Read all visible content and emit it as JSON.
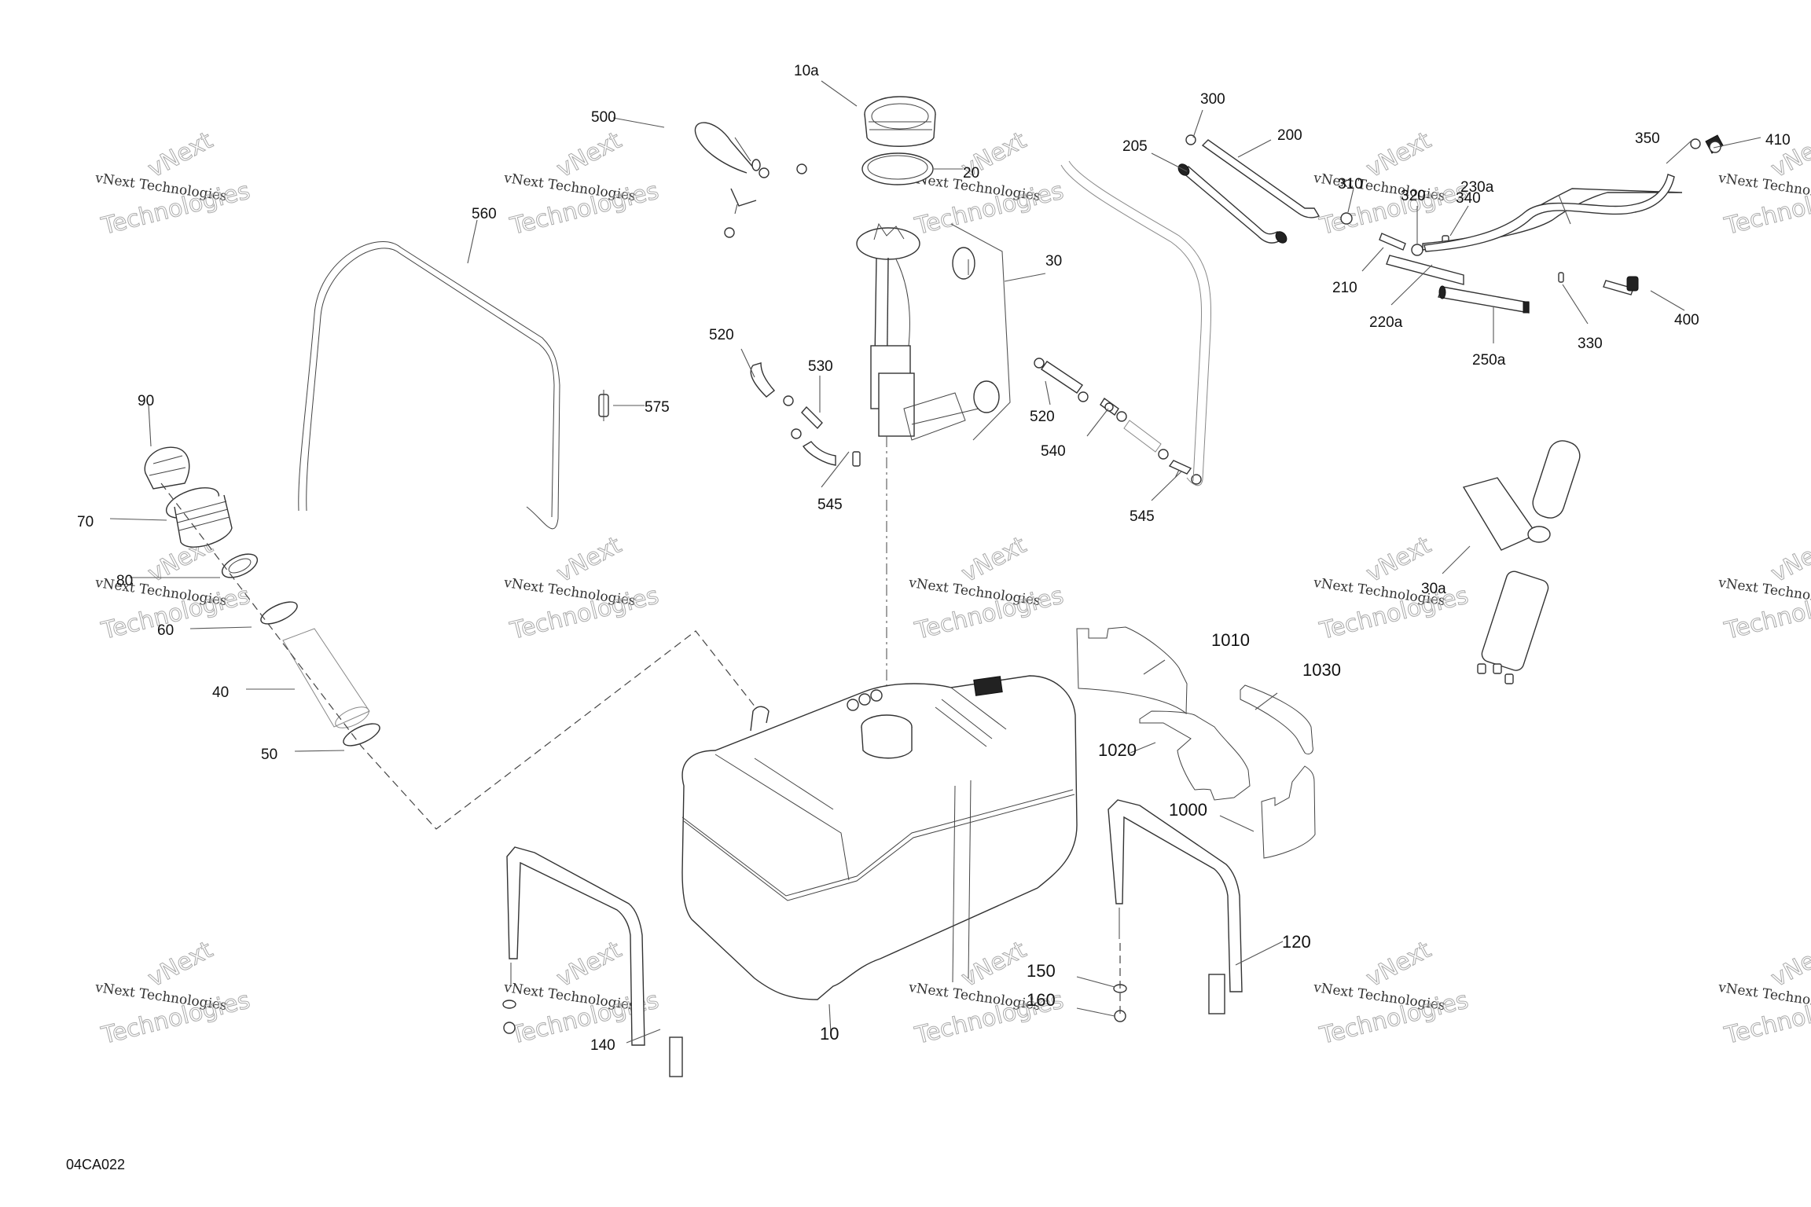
{
  "diagram": {
    "title_code": "04CA022",
    "watermark": {
      "line_small": "vNext Technologies",
      "line_big_top": "vNext",
      "line_big_bottom": "Technologies"
    },
    "callouts": {
      "c10a": "10a",
      "c20": "20",
      "c30": "30",
      "c500": "500",
      "c560": "560",
      "c575": "575",
      "c90": "90",
      "c70": "70",
      "c80": "80",
      "c60": "60",
      "c40": "40",
      "c50": "50",
      "c520a": "520",
      "c530": "530",
      "c545a": "545",
      "c520b": "520",
      "c540": "540",
      "c545b": "545",
      "c300": "300",
      "c205": "205",
      "c200": "200",
      "c310": "310",
      "c320": "320",
      "c340": "340",
      "c210": "210",
      "c220a": "220a",
      "c230a": "230a",
      "c250a": "250a",
      "c330": "330",
      "c350": "350",
      "c400": "400",
      "c410": "410",
      "c30a": "30a",
      "c1010": "1010",
      "c1030": "1030",
      "c1020": "1020",
      "c1000": "1000",
      "c10": "10",
      "c120": "120",
      "c140": "140",
      "c150": "150",
      "c160": "160"
    }
  }
}
